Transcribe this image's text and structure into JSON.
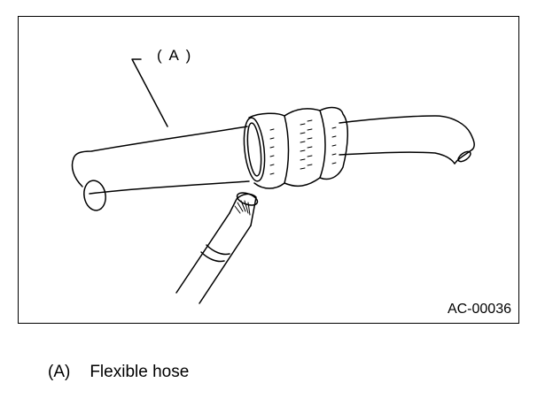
{
  "figure": {
    "callout_label": "( A )",
    "figure_id": "AC-00036"
  },
  "legend": {
    "items": [
      {
        "key": "(A)",
        "text": "Flexible hose"
      }
    ]
  },
  "colors": {
    "line": "#000000",
    "background": "#ffffff"
  }
}
